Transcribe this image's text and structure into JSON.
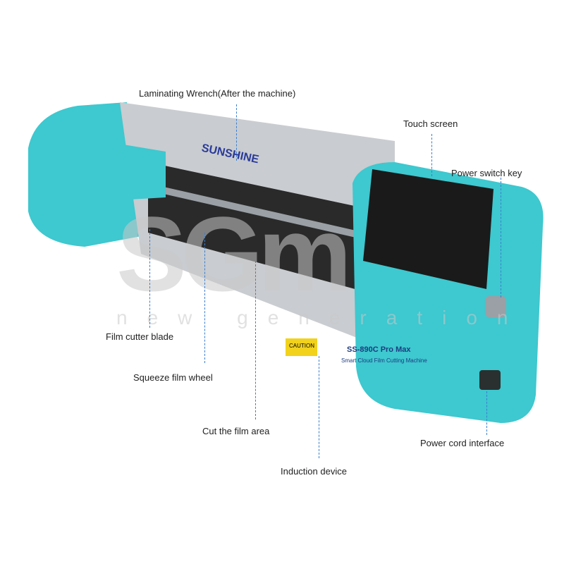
{
  "labels": {
    "laminating_wrench": "Laminating Wrench(After the machine)",
    "touch_screen": "Touch screen",
    "power_switch": "Power switch key",
    "film_cutter": "Film cutter blade",
    "squeeze_wheel": "Squeeze film wheel",
    "cut_area": "Cut the film area",
    "induction": "Induction device",
    "power_cord": "Power cord interface"
  },
  "product": {
    "brand": "SUNSHINE",
    "model": "SS-890C Pro Max",
    "subtitle": "Smart Cloud Film Cutting Machine",
    "warning": "CAUTION"
  },
  "watermark": {
    "logo": "SGm",
    "tagline": "new generation"
  },
  "colors": {
    "body": "#3ec8cf",
    "silver": "#c9ccd0",
    "screen": "#1a1a1a",
    "leader": "#3a7fd0"
  }
}
